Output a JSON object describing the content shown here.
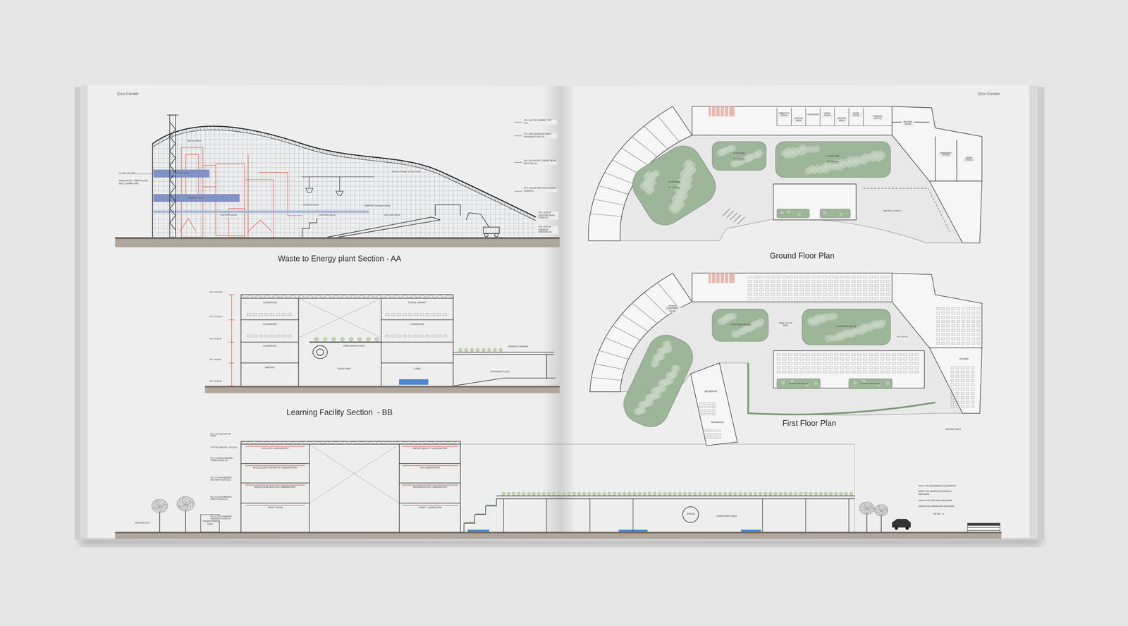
{
  "diagram": {
    "nodes": [
      {
        "text": [
          "Eco Center"
        ]
      },
      {
        "text": [
          "Waste to Energy plant Section - AA"
        ],
        "in": 0
      },
      {
        "text": [
          "Learning Facility Section  - BB"
        ],
        "in": 0
      },
      {
        "text": [
          "ECOLOGY LABORATORY"
        ],
        "in": 0
      },
      {
        "text": [
          "WATER QUALITY LABORATORY"
        ],
        "in": 0
      },
      {
        "text": [
          "MOLECULAR CHEMISTRY LABORATORY"
        ],
        "in": 0
      },
      {
        "text": [
          "GIS LABORATORY"
        ],
        "in": 0
      },
      {
        "text": [
          "MOLECULAR BIOLOGY LABORATORY"
        ],
        "in": 0
      },
      {
        "text": [
          "MICROBIOLOGY LABORATORY"
        ],
        "in": 0
      },
      {
        "text": [
          "STAFF ROOM"
        ],
        "in": 0
      },
      {
        "text": [
          "STAFF - LANDSCAPE"
        ],
        "in": 0
      },
      {
        "text": [
          "Eco Center"
        ]
      },
      {
        "text": [
          "Ground Floor Plan"
        ],
        "in": 11
      },
      {
        "text": [
          "First Floor Plan"
        ],
        "in": 11
      }
    ],
    "labels": [
      "BOILER AREA",
      "VISITORS DECK",
      "VISITORS DECK",
      "VISITORS DECK",
      "BUNKER AREA",
      "VISITORS DECK",
      "PREPROCESSING AREA",
      "VISITORS DECK",
      "SPACE FRAME STRUCTURE",
      "GLASS FACADE",
      "INSULATION - FIBER GLASS BATT (100MM THK)",
      "FFL +61.0 M CHIMNEY TOP LVL.",
      "FFL +58.0 M BOILER AREA ROOM BOTTOM LVL.",
      "FFL +32.0 M EOT CRANE BEAM BOTTOM LVL.",
      "FFL +16.0 M PRE-PROCESSING SLAB LVL.",
      "FFL +5.00 M VISITORS DECK SLAB LVL.",
      "FFL +0.00 M FINISHED GROUND LVL.",
      "CLASSROOM",
      "CLASSROOM",
      "CLASSROOM",
      "WAITING",
      "DIGITAL LIBRARY",
      "CLASSROOM",
      "OPEN DISPLAY AREA",
      "COURTYARD",
      "LOBBY",
      "ENTRANCE PLAZA",
      "TERRACE GARDEN",
      "FFL +18.00 M",
      "FFL +13.50 M",
      "FFL +9.00 M",
      "FFL +4.50 M",
      "FFL +0.00 M",
      "FFL +17.75 M TOP OF ROOF",
      "TOP OF SLAB FFL +15.15 M",
      "FFL +11.85 M FINISHED THIRD FLOOR LVL.",
      "FFL +7.95 M FINISHED SECOND FLOOR LVL.",
      "FFL +4.15 M FINISHED FIRST FLOOR LVL.",
      "FFL +0.15 M FINISHED GROUND FLOOR LVL.",
      "SERVICE EXIT",
      "TRANSFORMER YARD",
      "STATUE",
      "LANDSCAPE PLAZA",
      "40mm THK BITUMINOUS CONCRETE",
      "50MM THK DENSE BITUMINOUS MACADAM",
      "150mm THK WET MIX MACADAM",
      "250mm THK GRANULAR SUB BASE",
      "DETAIL - A",
      "PRINCIPLE ROOM",
      "WAITING AREA",
      "HOD ROOM",
      "DEAN ROOM",
      "WAITING AREA",
      "DEAN ROOM",
      "FINANCE OFFICE",
      "RECORD ROOM",
      "MANAGING OFFICE",
      "ADMIN OFFICE",
      "COURTYARD",
      "FFL +0.00 LVL.",
      "COURTYARD",
      "FFL +0.00 LVL.",
      "COURTYARD",
      "FFL +0.00 LVL.",
      "WAITING LOUNGE",
      "SPORTS EQUIPMENT ROOM",
      "COURTYARD BELOW",
      "OPEN TOP-UP AREA",
      "COURTYARD BELOW",
      "FFL +4.50 LVL.",
      "INCUBATION",
      "INCUBATION",
      "COURTYARD BELOW",
      "COURTYARD BELOW",
      "KITCHEN",
      "SEATING SPACE"
    ]
  }
}
